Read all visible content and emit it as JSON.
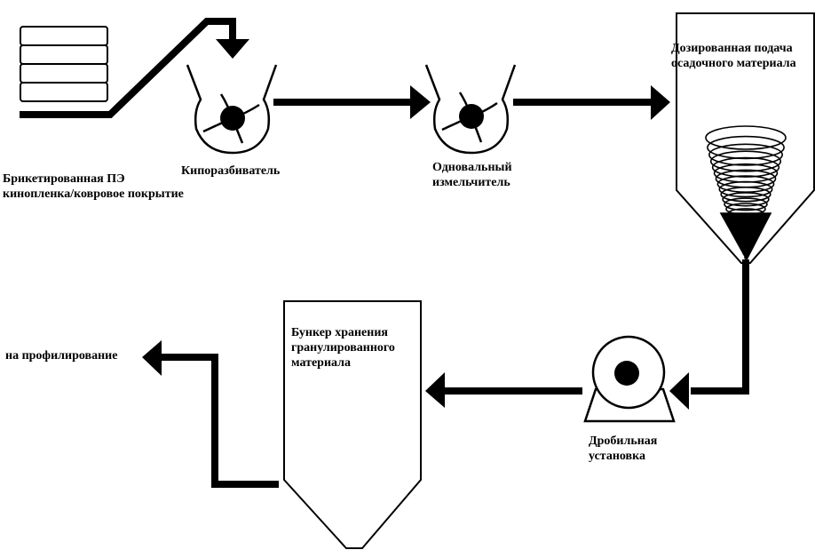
{
  "diagram": {
    "title": "",
    "colors": {
      "stroke": "#000000",
      "background": "#ffffff"
    },
    "nodes": [
      {
        "id": "bales",
        "label_lines": [
          "Брикетированная ПЭ",
          "кинопленка/ковровое покрытие"
        ]
      },
      {
        "id": "bale_breaker",
        "label_lines": [
          "Кипоразбиватель"
        ]
      },
      {
        "id": "single_shaft_shredder",
        "label_lines": [
          "Одновальный",
          "измельчитель"
        ]
      },
      {
        "id": "dosing_hopper",
        "label_lines": [
          "Дозированная подача",
          "осадочного материала"
        ]
      },
      {
        "id": "grinder",
        "label_lines": [
          "Дробильная",
          "установка"
        ]
      },
      {
        "id": "storage_bin",
        "label_lines": [
          "Бункер хранения",
          "гранулированного",
          "материала"
        ]
      },
      {
        "id": "output",
        "label_lines": [
          "на профилирование"
        ]
      }
    ],
    "edges": [
      {
        "from": "bales",
        "to": "bale_breaker"
      },
      {
        "from": "bale_breaker",
        "to": "single_shaft_shredder"
      },
      {
        "from": "single_shaft_shredder",
        "to": "dosing_hopper"
      },
      {
        "from": "dosing_hopper",
        "to": "grinder"
      },
      {
        "from": "grinder",
        "to": "storage_bin"
      },
      {
        "from": "storage_bin",
        "to": "output"
      }
    ]
  }
}
